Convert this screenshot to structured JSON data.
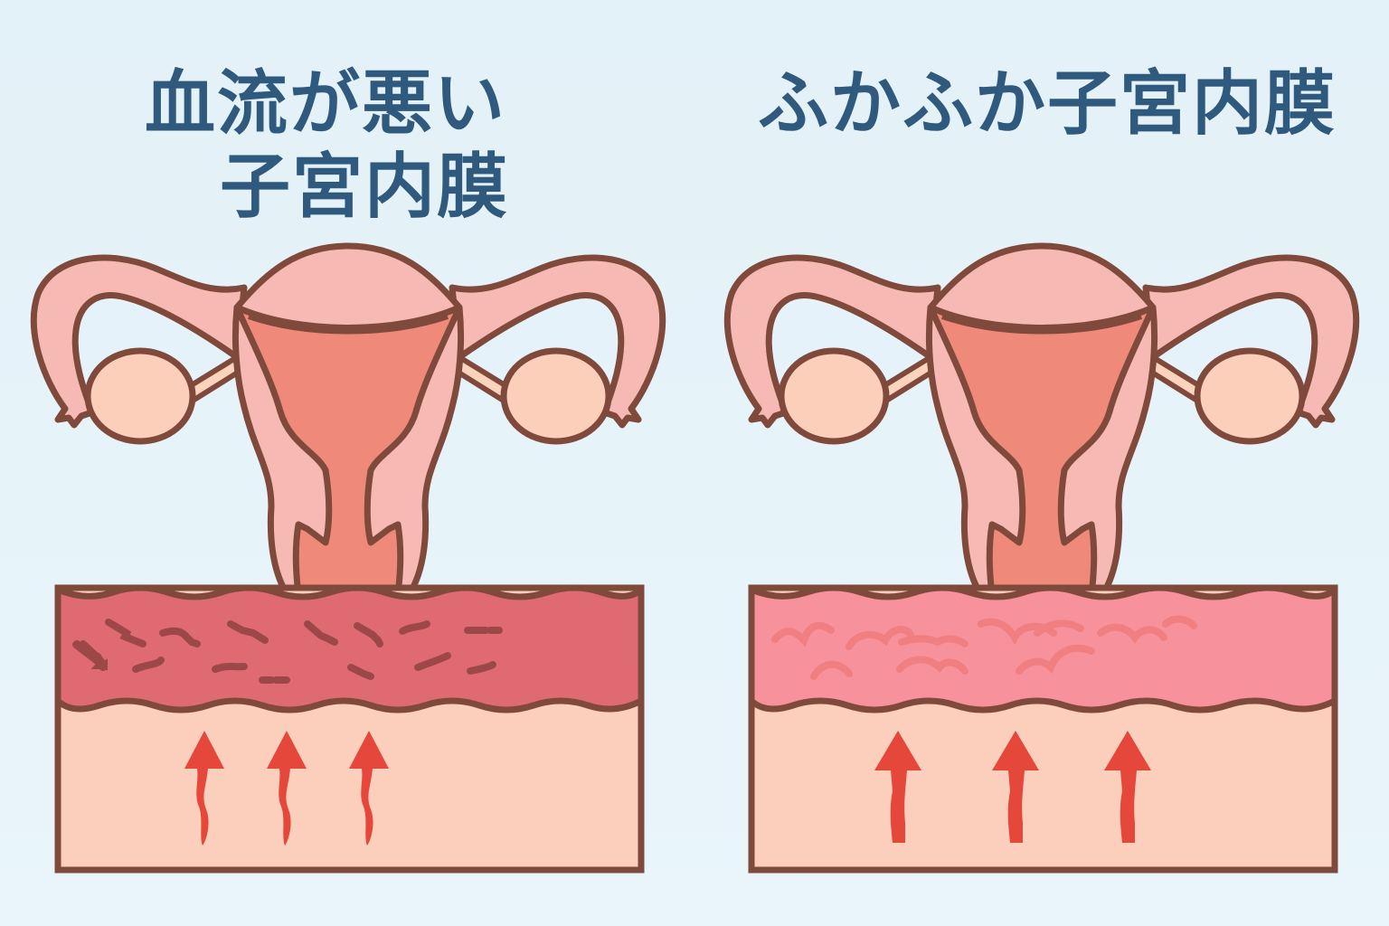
{
  "panels": [
    {
      "id": "poor-blood-flow",
      "title_lines": [
        "血流が悪い",
        "子宮内膜"
      ],
      "endometrium_color": "#e06a72",
      "texture": "dark dashed squiggles",
      "arrow_style": "thin wavy",
      "arrow_count": 3
    },
    {
      "id": "fluffy",
      "title_lines": [
        "ふかふか子宮内膜"
      ],
      "endometrium_color": "#f7919c",
      "texture": "soft light arcs",
      "arrow_style": "thick straight",
      "arrow_count": 3
    }
  ],
  "colors": {
    "background": "#e6f3f9",
    "title": "#2f5a7e",
    "outline": "#7f4a3c",
    "uterus_body": "#f7b9b3",
    "uterus_cavity": "#ef8a7a",
    "ovary": "#fccfbb",
    "base_tissue": "#fccfbd",
    "arrow": "#e5473a"
  }
}
